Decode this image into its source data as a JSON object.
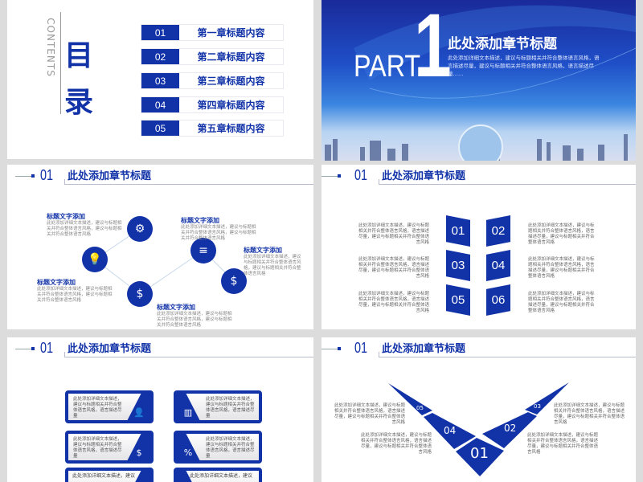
{
  "toc": {
    "contents_label": "CONTENTS",
    "title_char_1": "目",
    "title_char_2": "录",
    "items": [
      {
        "num": "01",
        "label": "第一章标题内容"
      },
      {
        "num": "02",
        "label": "第二章标题内容"
      },
      {
        "num": "03",
        "label": "第三章标题内容"
      },
      {
        "num": "04",
        "label": "第四章标题内容"
      },
      {
        "num": "05",
        "label": "第五章标题内容"
      }
    ]
  },
  "part": {
    "part_label": "PART",
    "part_number": "1",
    "title": "此处添加章节标题",
    "description": "此处添加详细文本描述，建议与标题相关并符合整体语言风格，语言描述尽量，建议与标题相关并符合整体语言风格，语言描述尽量……"
  },
  "section_header": {
    "num": "01",
    "title": "此处添加章节标题"
  },
  "process": {
    "items": [
      {
        "title": "标题文字添加",
        "text": "此处添加详细文本描述，建议与标题相关并符合整体语言风格，建议与标题相关并符合整体语言风格",
        "icon": "head-gear-icon"
      },
      {
        "title": "标题文字添加",
        "text": "此处添加详细文本描述，建议与标题相关并符合整体语言风格，建议与标题相关并符合整体语言风格",
        "icon": "lightbulb-icon"
      },
      {
        "title": "标题文字添加",
        "text": "此处添加详细文本描述，建议与标题相关并符合整体语言风格，建议与标题相关并符合整体语言风格",
        "icon": "document-icon"
      },
      {
        "title": "标题文字添加",
        "text": "此处添加详细文本描述，建议与标题相关并符合整体语言风格，建议与标题相关并符合整体语言风格",
        "icon": "dollar-coins-icon"
      },
      {
        "title": "标题文字添加",
        "text": "此处添加详细文本描述，建议与标题相关并符合整体语言风格，建议与标题相关并符合整体语言风格",
        "icon": "banknote-icon"
      }
    ]
  },
  "grid": {
    "items": [
      {
        "num": "01",
        "text": "此处添加详细文本描述，建议与标题相关并符合整体语言风格，语言描述尽量，建议与标题相关并符合整体语言风格"
      },
      {
        "num": "02",
        "text": "此处添加详细文本描述，建议与标题相关并符合整体语言风格，语言描述尽量，建议与标题相关并符合整体语言风格"
      },
      {
        "num": "03",
        "text": "此处添加详细文本描述，建议与标题相关并符合整体语言风格，语言描述尽量，建议与标题相关并符合整体语言风格"
      },
      {
        "num": "04",
        "text": "此处添加详细文本描述，建议与标题相关并符合整体语言风格，语言描述尽量，建议与标题相关并符合整体语言风格"
      },
      {
        "num": "05",
        "text": "此处添加详细文本描述，建议与标题相关并符合整体语言风格，语言描述尽量，建议与标题相关并符合整体语言风格"
      },
      {
        "num": "06",
        "text": "此处添加详细文本描述，建议与标题相关并符合整体语言风格，语言描述尽量，建议与标题相关并符合整体语言风格"
      }
    ]
  },
  "cards": {
    "items": [
      {
        "text": "此处添加详细文本描述，建议与标题相关并符合整体语言风格，语言描述尽量",
        "icon": "user-icon"
      },
      {
        "text": "此处添加详细文本描述，建议与标题相关并符合整体语言风格，语言描述尽量",
        "icon": "books-icon"
      },
      {
        "text": "此处添加详细文本描述，建议与标题相关并符合整体语言风格，语言描述尽量",
        "icon": "coins-icon"
      },
      {
        "text": "此处添加详细文本描述，建议与标题相关并符合整体语言风格，语言描述尽量",
        "icon": "percent-icon"
      },
      {
        "text": "此处添加详细文本描述，建议",
        "icon": ""
      },
      {
        "text": "此处添加详细文本描述，建议",
        "icon": ""
      }
    ]
  },
  "vchart": {
    "labels": [
      "01",
      "02",
      "03",
      "04",
      "05"
    ],
    "texts": [
      "此处添加详细文本描述，建议与标题相关并符合整体语言风格，语言描述尽量，建议与标题相关并符合整体语言风格",
      "此处添加详细文本描述，建议与标题相关并符合整体语言风格，语言描述尽量，建议与标题相关并符合整体语言风格",
      "此处添加详细文本描述，建议与标题相关并符合整体语言风格，语言描述尽量，建议与标题相关并符合整体语言风格",
      "此处添加详细文本描述，建议与标题相关并符合整体语言风格，语言描述尽量，建议与标题相关并符合整体语言风格"
    ]
  },
  "colors": {
    "brand": "#1233a8"
  }
}
